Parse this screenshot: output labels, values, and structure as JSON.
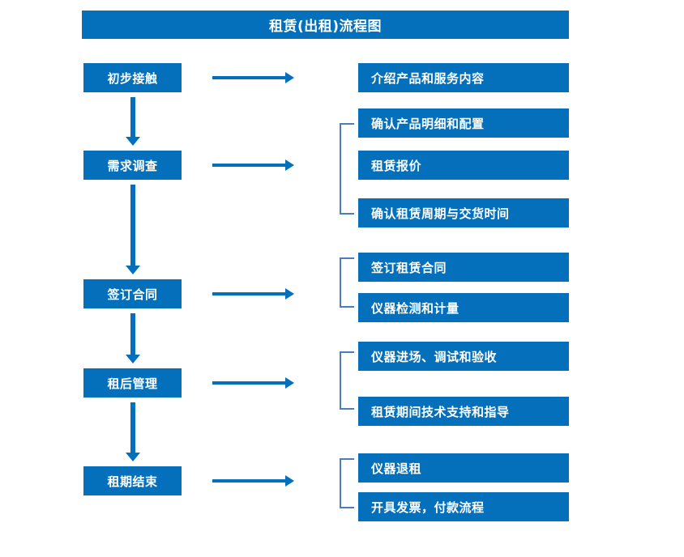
{
  "header": {
    "title": "租赁(出租)流程图"
  },
  "colors": {
    "primary_blue": "#0470bc",
    "bracket_blue": "#4a7ebb",
    "text_white": "#ffffff",
    "background": "#ffffff"
  },
  "flow": {
    "stages": [
      {
        "id": "stage-1",
        "label": "初步接触"
      },
      {
        "id": "stage-2",
        "label": "需求调查"
      },
      {
        "id": "stage-3",
        "label": "签订合同"
      },
      {
        "id": "stage-4",
        "label": "租后管理"
      },
      {
        "id": "stage-5",
        "label": "租期结束"
      }
    ],
    "detail_groups": [
      {
        "stage": "初步接触",
        "has_bracket": false,
        "items": [
          {
            "label": "介绍产品和服务内容"
          }
        ]
      },
      {
        "stage": "需求调查",
        "has_bracket": true,
        "items": [
          {
            "label": "确认产品明细和配置"
          },
          {
            "label": "租赁报价"
          },
          {
            "label": "确认租赁周期与交货时间"
          }
        ]
      },
      {
        "stage": "签订合同",
        "has_bracket": true,
        "items": [
          {
            "label": "签订租赁合同"
          },
          {
            "label": "仪器检测和计量"
          }
        ]
      },
      {
        "stage": "租后管理",
        "has_bracket": true,
        "items": [
          {
            "label": "仪器进场、调试和验收"
          },
          {
            "label": "租赁期间技术支持和指导"
          }
        ]
      },
      {
        "stage": "租期结束",
        "has_bracket": true,
        "items": [
          {
            "label": "仪器退租"
          },
          {
            "label": "开具发票，付款流程"
          }
        ]
      }
    ]
  }
}
